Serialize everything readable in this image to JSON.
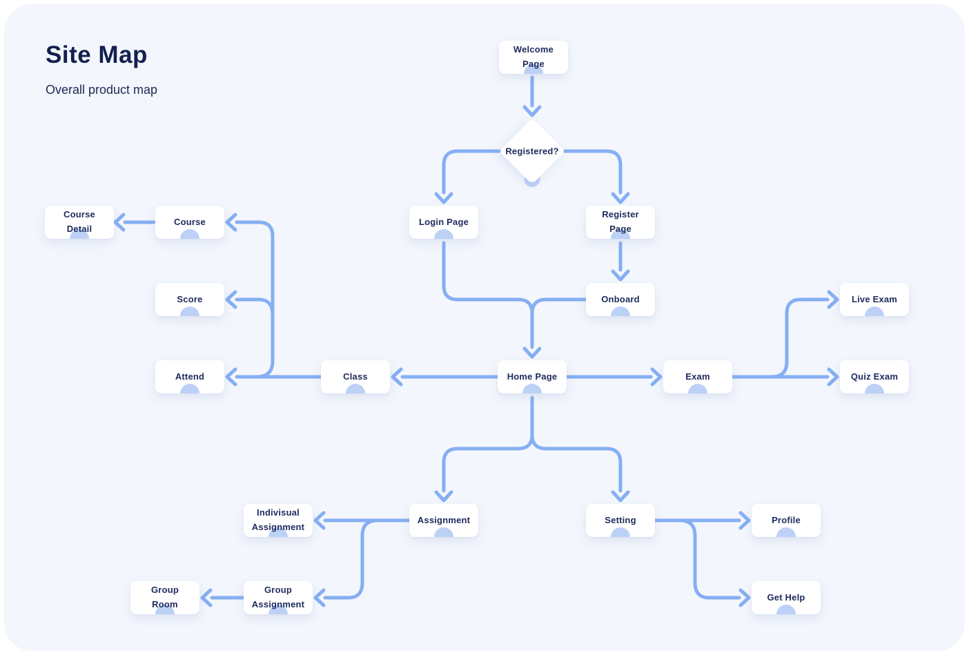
{
  "header": {
    "title": "Site Map",
    "subtitle": "Overall product map"
  },
  "colors": {
    "canvas_bg": "#f3f6fc",
    "page_bg": "#ffffff",
    "connector_line": "#85aff3",
    "connector_port": "#bdd1f7",
    "node_bg": "#ffffff",
    "node_text": "#1e2a5c",
    "title_text": "#13204f"
  },
  "nodes": {
    "welcome": {
      "label": "Welcome\nPage"
    },
    "registered": {
      "label": "Registered?"
    },
    "login": {
      "label": "Login Page"
    },
    "register": {
      "label": "Register\nPage"
    },
    "onboard": {
      "label": "Onboard"
    },
    "home": {
      "label": "Home Page"
    },
    "class": {
      "label": "Class"
    },
    "attend": {
      "label": "Attend"
    },
    "score": {
      "label": "Score"
    },
    "course": {
      "label": "Course"
    },
    "course_detail": {
      "label": "Course\nDetail"
    },
    "exam": {
      "label": "Exam"
    },
    "live_exam": {
      "label": "Live Exam"
    },
    "quiz_exam": {
      "label": "Quiz Exam"
    },
    "assignment": {
      "label": "Assignment"
    },
    "indivisual_assignment": {
      "label": "Indivisual\nAssignment"
    },
    "group_assignment": {
      "label": "Group\nAssignment"
    },
    "group_room": {
      "label": "Group\nRoom"
    },
    "setting": {
      "label": "Setting"
    },
    "profile": {
      "label": "Profile"
    },
    "get_help": {
      "label": "Get Help"
    }
  },
  "edges": [
    {
      "from": "welcome",
      "to": "registered"
    },
    {
      "from": "registered",
      "to": "login"
    },
    {
      "from": "registered",
      "to": "register"
    },
    {
      "from": "register",
      "to": "onboard"
    },
    {
      "from": "login",
      "to": "home"
    },
    {
      "from": "onboard",
      "to": "home"
    },
    {
      "from": "home",
      "to": "class"
    },
    {
      "from": "home",
      "to": "exam"
    },
    {
      "from": "home",
      "to": "assignment"
    },
    {
      "from": "home",
      "to": "setting"
    },
    {
      "from": "class",
      "to": "attend"
    },
    {
      "from": "class",
      "to": "score"
    },
    {
      "from": "class",
      "to": "course"
    },
    {
      "from": "course",
      "to": "course_detail"
    },
    {
      "from": "exam",
      "to": "live_exam"
    },
    {
      "from": "exam",
      "to": "quiz_exam"
    },
    {
      "from": "assignment",
      "to": "indivisual_assignment"
    },
    {
      "from": "assignment",
      "to": "group_assignment"
    },
    {
      "from": "group_assignment",
      "to": "group_room"
    },
    {
      "from": "setting",
      "to": "profile"
    },
    {
      "from": "setting",
      "to": "get_help"
    }
  ]
}
